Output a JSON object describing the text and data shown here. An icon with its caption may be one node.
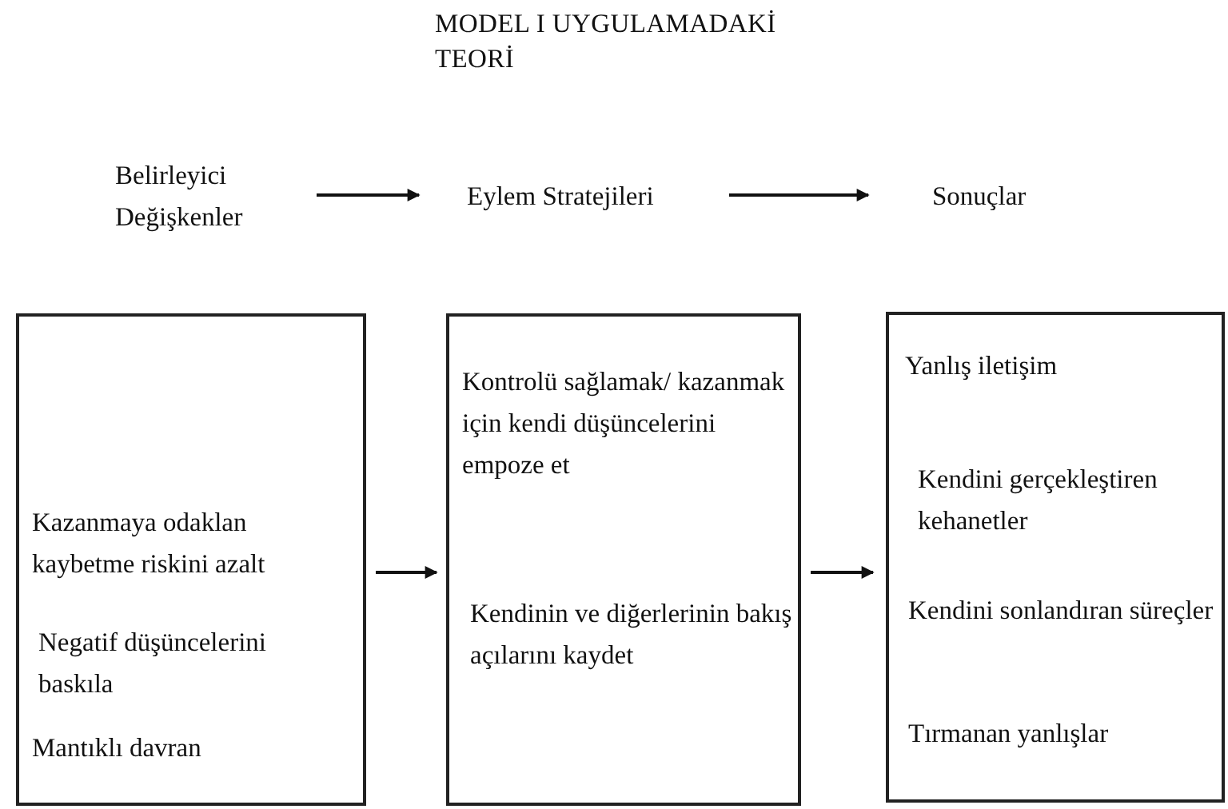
{
  "diagram": {
    "title": "MODEL I UYGULAMADAKİ TEORİ",
    "nodes": [
      {
        "text": [
          "Belirleyici Değişkenler"
        ]
      },
      {
        "text": [
          "Eylem Stratejileri"
        ]
      },
      {
        "text": [
          "Sonuçlar"
        ]
      },
      {
        "text": [
          "Kazanmaya odaklan kaybetme riskini azalt",
          "Negatif düşüncelerini baskıla",
          "Mantıklı davran"
        ]
      },
      {
        "text": [
          "Kontrolü sağlamak/ kazanmak için kendi düşüncelerini empoze et",
          "Kendinin ve diğerlerinin bakış açılarını kaydet"
        ]
      },
      {
        "text": [
          "Yanlış iletişim",
          "Kendini gerçekleştiren kehanetler",
          "Kendini sonlandıran süreçler",
          "Tırmanan yanlışlar"
        ]
      }
    ],
    "edges": [
      {
        "from": 0,
        "to": 1,
        "arrow": "to"
      },
      {
        "from": 1,
        "to": 2,
        "arrow": "to"
      },
      {
        "from": 3,
        "to": 4,
        "arrow": "to"
      },
      {
        "from": 4,
        "to": 5,
        "arrow": "to"
      }
    ]
  }
}
